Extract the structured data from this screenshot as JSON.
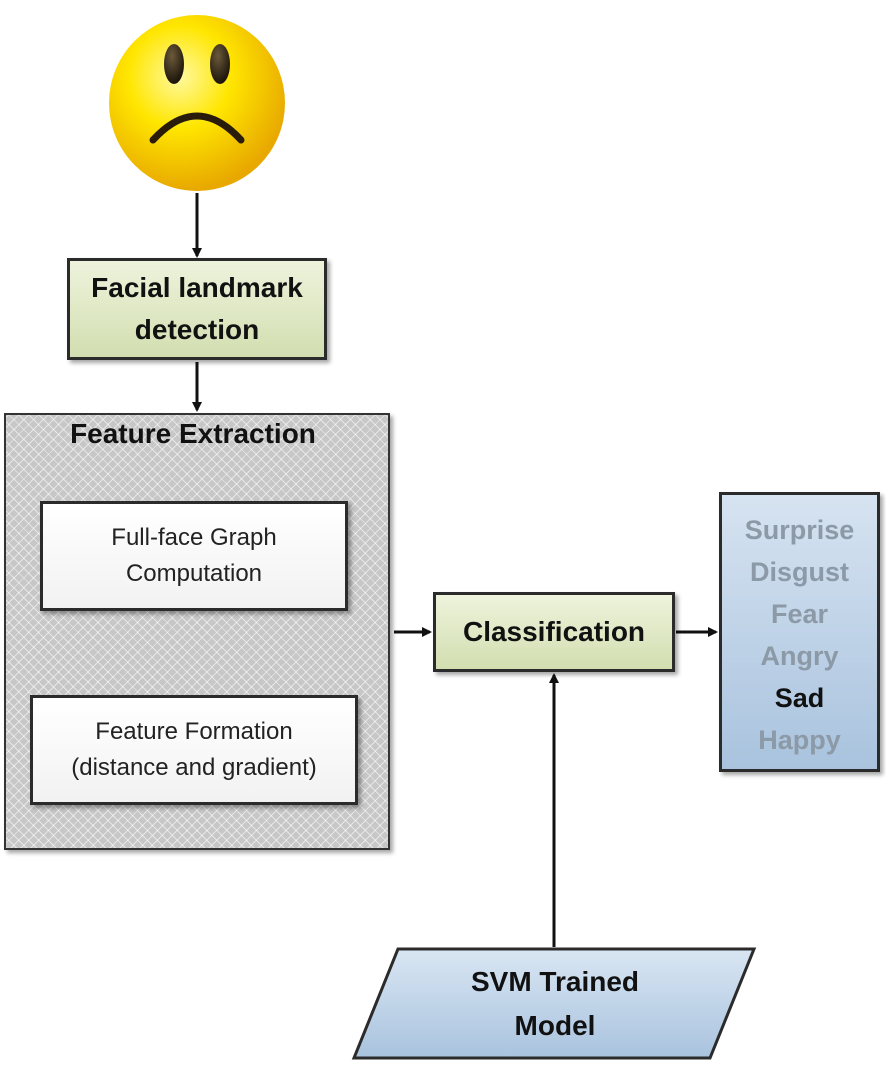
{
  "input_icon": "sad-face-emoji",
  "steps": {
    "landmark": {
      "line1": "Facial landmark",
      "line2": "detection"
    },
    "feature_extraction": {
      "title": "Feature Extraction",
      "graph": {
        "line1": "Full-face Graph",
        "line2": "Computation"
      },
      "formation": {
        "line1": "Feature Formation",
        "line2": "(distance and gradient)"
      }
    },
    "classification": "Classification",
    "model": {
      "line1": "SVM Trained",
      "line2": "Model"
    }
  },
  "emotions": [
    {
      "label": "Surprise",
      "active": false
    },
    {
      "label": "Disgust",
      "active": false
    },
    {
      "label": "Fear",
      "active": false
    },
    {
      "label": "Angry",
      "active": false
    },
    {
      "label": "Sad",
      "active": true
    },
    {
      "label": "Happy",
      "active": false
    }
  ],
  "colors": {
    "process_green": "#d2deb0",
    "output_blue": "#a9c3de",
    "emoji_yellow": "#f5d800",
    "inactive_text": "#8c9aa7"
  }
}
